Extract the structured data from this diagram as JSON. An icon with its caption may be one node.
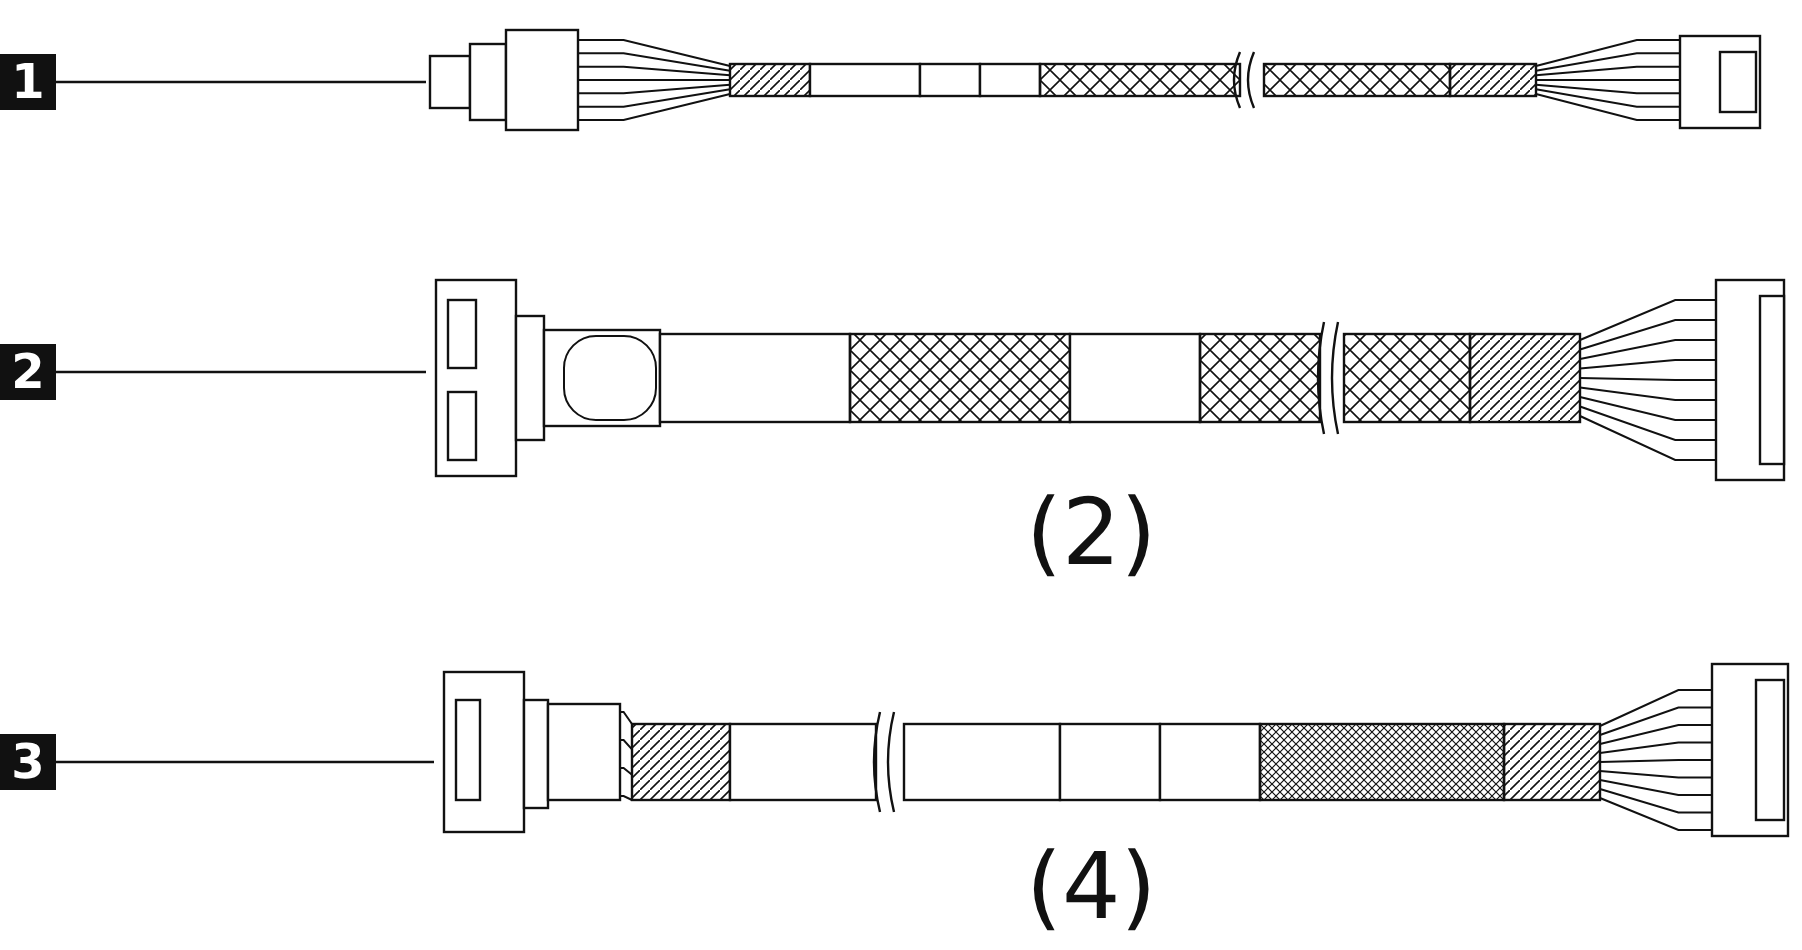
{
  "diagram": {
    "nodes": [
      {
        "text": [
          "1"
        ]
      },
      {
        "text": [],
        "shape": "picture"
      },
      {
        "text": [
          "2"
        ]
      },
      {
        "text": [],
        "shape": "picture",
        "beside": [
          "(2)"
        ]
      },
      {
        "text": [
          "3"
        ]
      },
      {
        "text": [],
        "shape": "picture",
        "beside": [
          "(4)"
        ]
      }
    ],
    "edges": [
      {
        "from": 0,
        "to": 1,
        "arrow": "none"
      },
      {
        "from": 2,
        "to": 3,
        "arrow": "none"
      },
      {
        "from": 4,
        "to": 5,
        "arrow": "none"
      }
    ]
  }
}
